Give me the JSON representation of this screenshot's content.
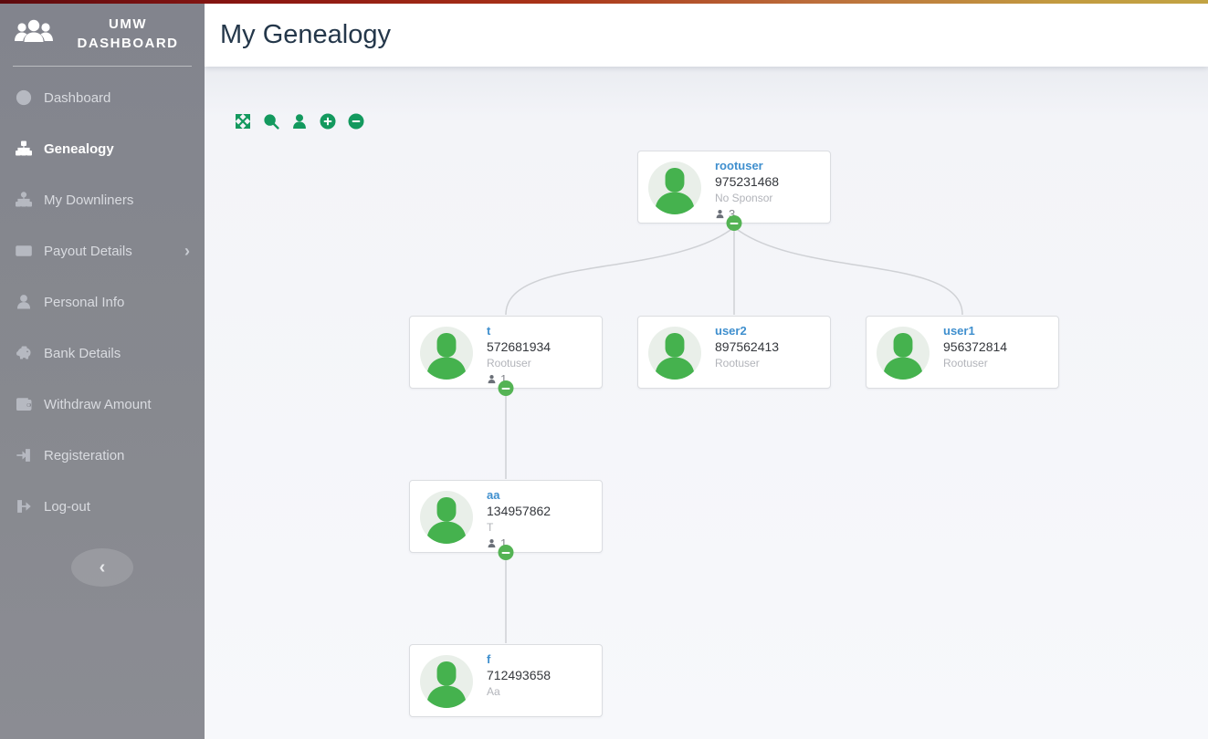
{
  "brand": {
    "line1": "UMW",
    "line2": "DASHBOARD"
  },
  "sidebar": {
    "items": [
      {
        "label": "Dashboard"
      },
      {
        "label": "Genealogy",
        "active": true
      },
      {
        "label": "My Downliners"
      },
      {
        "label": "Payout Details",
        "chevron": "›"
      },
      {
        "label": "Personal Info"
      },
      {
        "label": "Bank Details"
      },
      {
        "label": "Withdraw Amount"
      },
      {
        "label": "Registeration"
      },
      {
        "label": "Log-out"
      }
    ],
    "collapse_chevron": "‹"
  },
  "header": {
    "title": "My Genealogy"
  },
  "toolbar": {
    "buttons": [
      "expand",
      "search",
      "member",
      "zoom-in",
      "zoom-out"
    ]
  },
  "tree": {
    "nodes": [
      {
        "name": "rootuser",
        "id_number": "975231468",
        "sponsor": "No Sponsor",
        "count": "3",
        "collapsible": true
      },
      {
        "name": "t",
        "id_number": "572681934",
        "sponsor": "Rootuser",
        "count": "1",
        "collapsible": true
      },
      {
        "name": "user2",
        "id_number": "897562413",
        "sponsor": "Rootuser"
      },
      {
        "name": "user1",
        "id_number": "956372814",
        "sponsor": "Rootuser"
      },
      {
        "name": "aa",
        "id_number": "134957862",
        "sponsor": "T",
        "count": "1",
        "collapsible": true
      },
      {
        "name": "f",
        "id_number": "712493658",
        "sponsor": "Aa"
      }
    ]
  },
  "colors": {
    "toolbar_green": "#13995e",
    "avatar_green": "#45b24e",
    "name_blue": "#3f8fce",
    "minus_badge_green": "#54b354",
    "topbar_gradient": [
      "#5e0a0d",
      "#a93318",
      "#c2a343"
    ],
    "sidebar_gray": "#85878f"
  }
}
